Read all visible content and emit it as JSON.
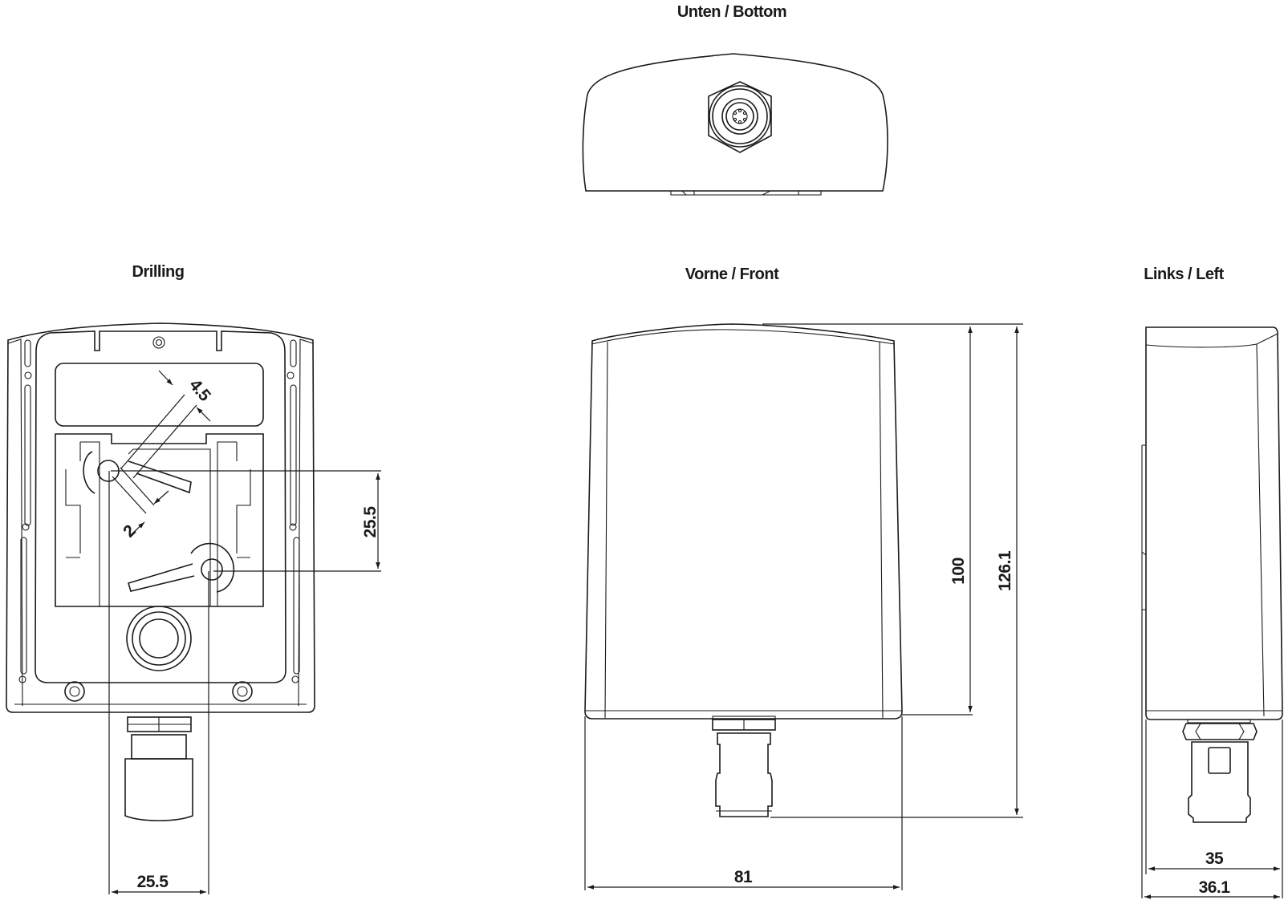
{
  "views": {
    "bottom": {
      "title": "Unten / Bottom"
    },
    "drilling": {
      "title": "Drilling"
    },
    "front": {
      "title": "Vorne / Front"
    },
    "left": {
      "title": "Links / Left"
    }
  },
  "dimensions": {
    "drilling": {
      "slot_width": "4.5",
      "slot_narrow": "2",
      "hole_vertical_spacing": "25.5",
      "hole_horizontal_spacing": "25.5"
    },
    "front": {
      "body_height": "100",
      "total_height": "126.1",
      "width": "81"
    },
    "left": {
      "depth": "35",
      "total_depth": "36.1"
    }
  },
  "colors": {
    "line": "#1a1a1a",
    "background": "#ffffff"
  }
}
